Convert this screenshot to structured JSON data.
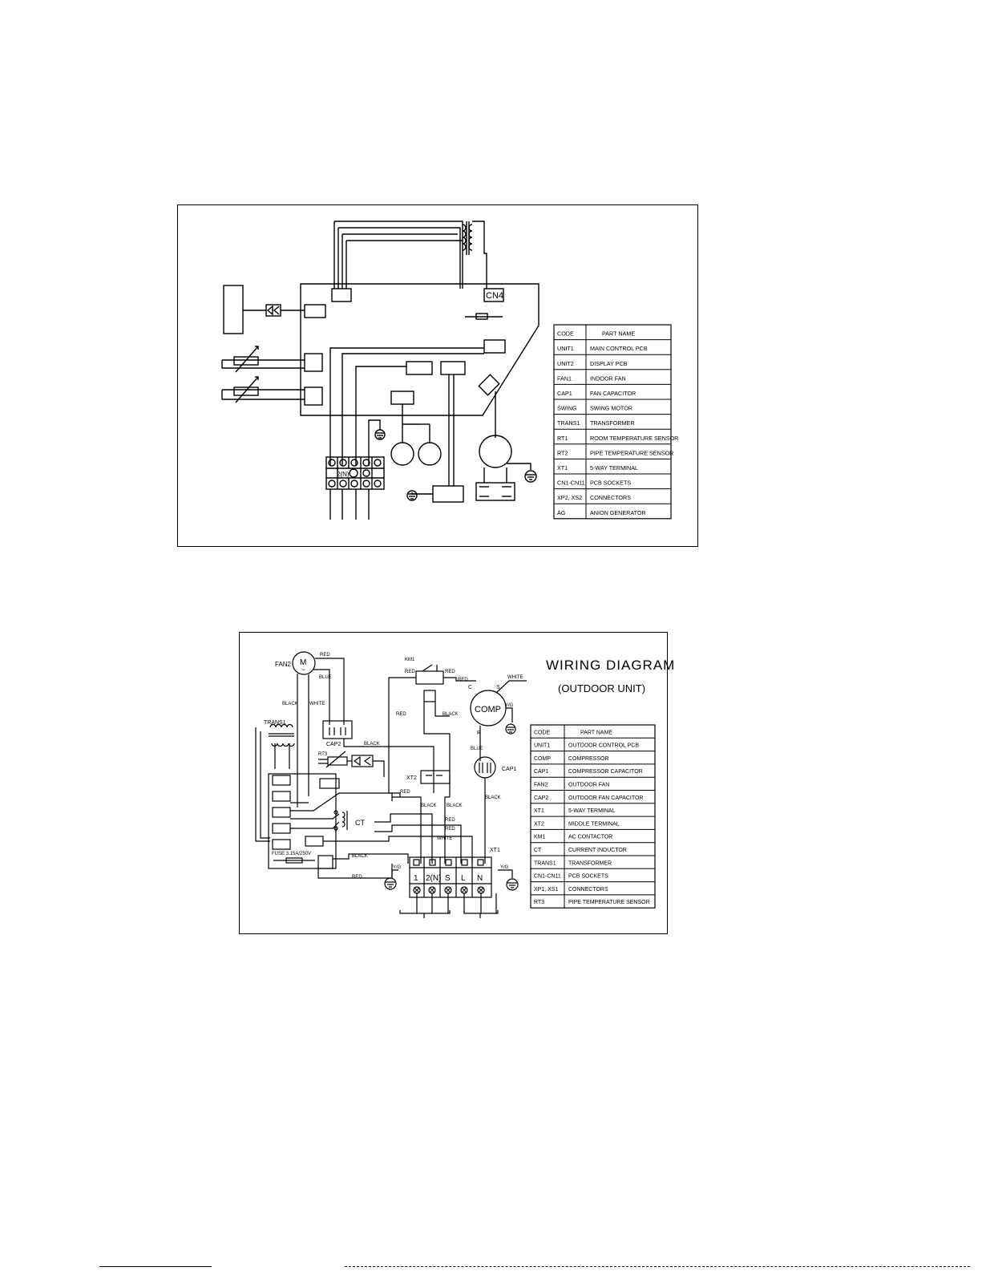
{
  "indoor": {
    "connector_label": "CN4",
    "terminal_label": "2(N)",
    "table": {
      "header": {
        "code": "CODE",
        "name": "PART NAME"
      },
      "rows": [
        {
          "code": "UNIT1",
          "name": "MAIN CONTROL PCB"
        },
        {
          "code": "UNIT2",
          "name": "DISPLAY PCB"
        },
        {
          "code": "FAN1",
          "name": "INDOOR FAN"
        },
        {
          "code": "CAP1",
          "name": "FAN CAPACITOR"
        },
        {
          "code": "SWING",
          "name": "SWING MOTOR"
        },
        {
          "code": "TRANS1",
          "name": "TRANSFORMER"
        },
        {
          "code": "RT1",
          "name": "ROOM TEMPERATURE SENSOR"
        },
        {
          "code": "RT2",
          "name": "PIPE TEMPERATURE SENSOR"
        },
        {
          "code": "XT1",
          "name": "5-WAY TERMINAL"
        },
        {
          "code": "CN1-CN11",
          "name": "PCB SOCKETS"
        },
        {
          "code": "XP2, XS2",
          "name": "CONNECTORS"
        },
        {
          "code": "AG",
          "name": "ANION GENERATOR"
        }
      ]
    }
  },
  "outdoor": {
    "title": "WIRING DIAGRAM",
    "subtitle": "(OUTDOOR UNIT)",
    "labels": {
      "fan2": "FAN2",
      "motor": "M",
      "motor_tilde": "~",
      "red": "RED",
      "blue": "BLUE",
      "black": "BLACK",
      "white": "WHITE",
      "trans1": "TRANS1",
      "cap2": "CAP2",
      "rt3": "RT3",
      "xt2": "XT2",
      "km1": "KM1",
      "comp": "COMP",
      "c": "C",
      "s": "S",
      "r": "R",
      "yg": "Y/G",
      "cap1": "CAP1",
      "ct": "CT",
      "xt1": "XT1",
      "fuse": "FUSE 3.15A/250V"
    },
    "terminals": [
      "1",
      "2(N)",
      "S",
      "L",
      "N"
    ],
    "table": {
      "header": {
        "code": "CODE",
        "name": "PART NAME"
      },
      "rows": [
        {
          "code": "UNIT1",
          "name": "OUTDOOR CONTROL PCB"
        },
        {
          "code": "COMP",
          "name": "COMPRESSOR"
        },
        {
          "code": "CAP1",
          "name": "COMPRESSOR CAPACITOR"
        },
        {
          "code": "FAN2",
          "name": "OUTDOOR FAN"
        },
        {
          "code": "CAP2",
          "name": "OUTDOOR FAN CAPACITOR"
        },
        {
          "code": "XT1",
          "name": "5-WAY TERMINAL"
        },
        {
          "code": "XT2",
          "name": "MIDDLE TERMINAL"
        },
        {
          "code": "KM1",
          "name": "AC CONTACTOR"
        },
        {
          "code": "CT",
          "name": "CURRENT INDUCTOR"
        },
        {
          "code": "TRANS1",
          "name": "TRANSFORMER"
        },
        {
          "code": "CN1-CN11",
          "name": "PCB SOCKETS"
        },
        {
          "code": "XP1, XS1",
          "name": "CONNECTORS"
        },
        {
          "code": "RT3",
          "name": "PIPE TEMPERATURE SENSOR"
        }
      ]
    }
  }
}
